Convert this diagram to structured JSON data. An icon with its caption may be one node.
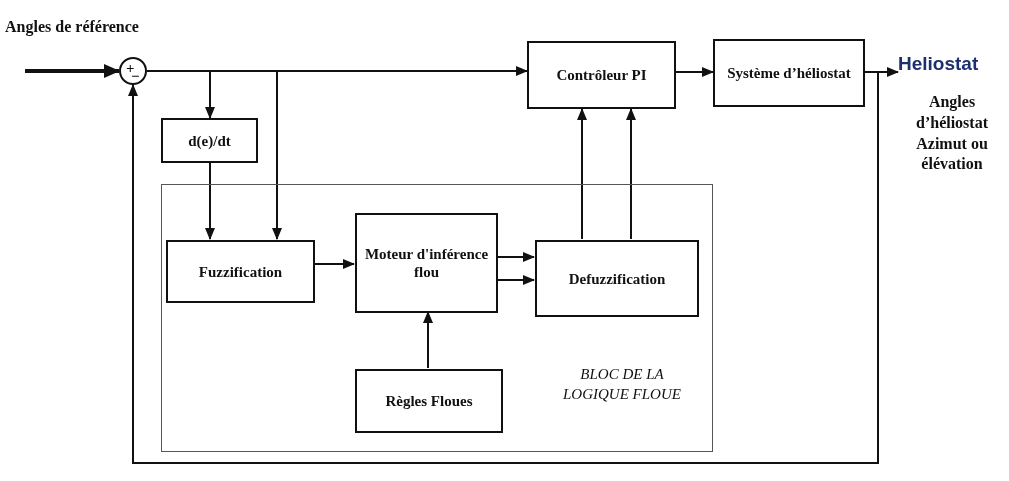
{
  "diagram": {
    "nodes": [
      {
        "text": [
          "Angles de référence"
        ]
      },
      {
        "text": [
          "+",
          "−"
        ]
      },
      {
        "text": [
          "d(e)/dt"
        ]
      },
      {
        "text": [
          "Contrôleur PI"
        ]
      },
      {
        "text": [
          "Système d’héliostat"
        ]
      },
      {
        "text": [
          "Heliostat"
        ]
      },
      {
        "text": [
          "BLOC DE LA LOGIQUE FLOUE"
        ]
      },
      {
        "text": [
          "Fuzzification"
        ],
        "in": 6
      },
      {
        "text": [
          "Moteur d'inférence flou"
        ],
        "in": 6
      },
      {
        "text": [
          "Defuzzification"
        ],
        "in": 6
      },
      {
        "text": [
          "Règles Floues"
        ],
        "in": 6
      }
    ],
    "edges": [
      {
        "from": null,
        "to": 1,
        "arrow": "to",
        "style": "thick"
      },
      {
        "from": 1,
        "to": 3,
        "arrow": "to"
      },
      {
        "from": 1,
        "to": 2,
        "arrow": "to"
      },
      {
        "from": 1,
        "to": 7,
        "arrow": "to"
      },
      {
        "from": 2,
        "to": 7,
        "arrow": "to"
      },
      {
        "from": 7,
        "to": 8,
        "arrow": "to"
      },
      {
        "from": 8,
        "to": 9,
        "arrow": "to"
      },
      {
        "from": 8,
        "to": 9,
        "arrow": "to"
      },
      {
        "from": 10,
        "to": 8,
        "arrow": "to"
      },
      {
        "from": 9,
        "to": 3,
        "arrow": "to"
      },
      {
        "from": 9,
        "to": 3,
        "arrow": "to"
      },
      {
        "from": 3,
        "to": 4,
        "arrow": "to"
      },
      {
        "from": 4,
        "to": 5,
        "arrow": "to"
      },
      {
        "from": 4,
        "to": 1,
        "arrow": "to"
      }
    ],
    "labels": [
      "Angles d’héliostat Azimut ou élévation"
    ]
  }
}
